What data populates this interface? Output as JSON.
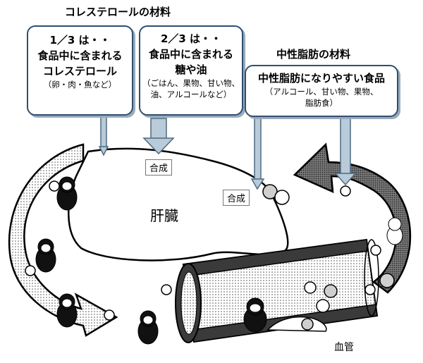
{
  "headings": {
    "cholesterol_material": "コレステロールの材料",
    "neutral_fat_material": "中性脂肪の材料"
  },
  "boxes": {
    "food_cholesterol": {
      "line1": "1／3 は・・",
      "line2": "食品中に含まれる",
      "line3": "コレステロール",
      "note": "（卵・肉・魚など）"
    },
    "sugar_oil": {
      "line1": "2／3 は・・",
      "line2": "食品中に含まれる",
      "line3": "糖や油",
      "note1": "（ごはん、果物、甘い物、",
      "note2": "油、アルコールなど）"
    },
    "neutral_fat_foods": {
      "line1": "中性脂肪になりやすい食品",
      "note1": "（アルコール、甘い物、果物、",
      "note2": "脂肪食）"
    }
  },
  "labels": {
    "synthesis_1": "合成",
    "synthesis_2": "合成",
    "liver": "肝臓",
    "blood_vessel": "血管"
  },
  "colors": {
    "arrow_fill": "#b9cbd8",
    "arrow_stroke": "#4d6a80",
    "box_border": "#2f4f6f",
    "vessel_dark": "#3a3a3a"
  }
}
